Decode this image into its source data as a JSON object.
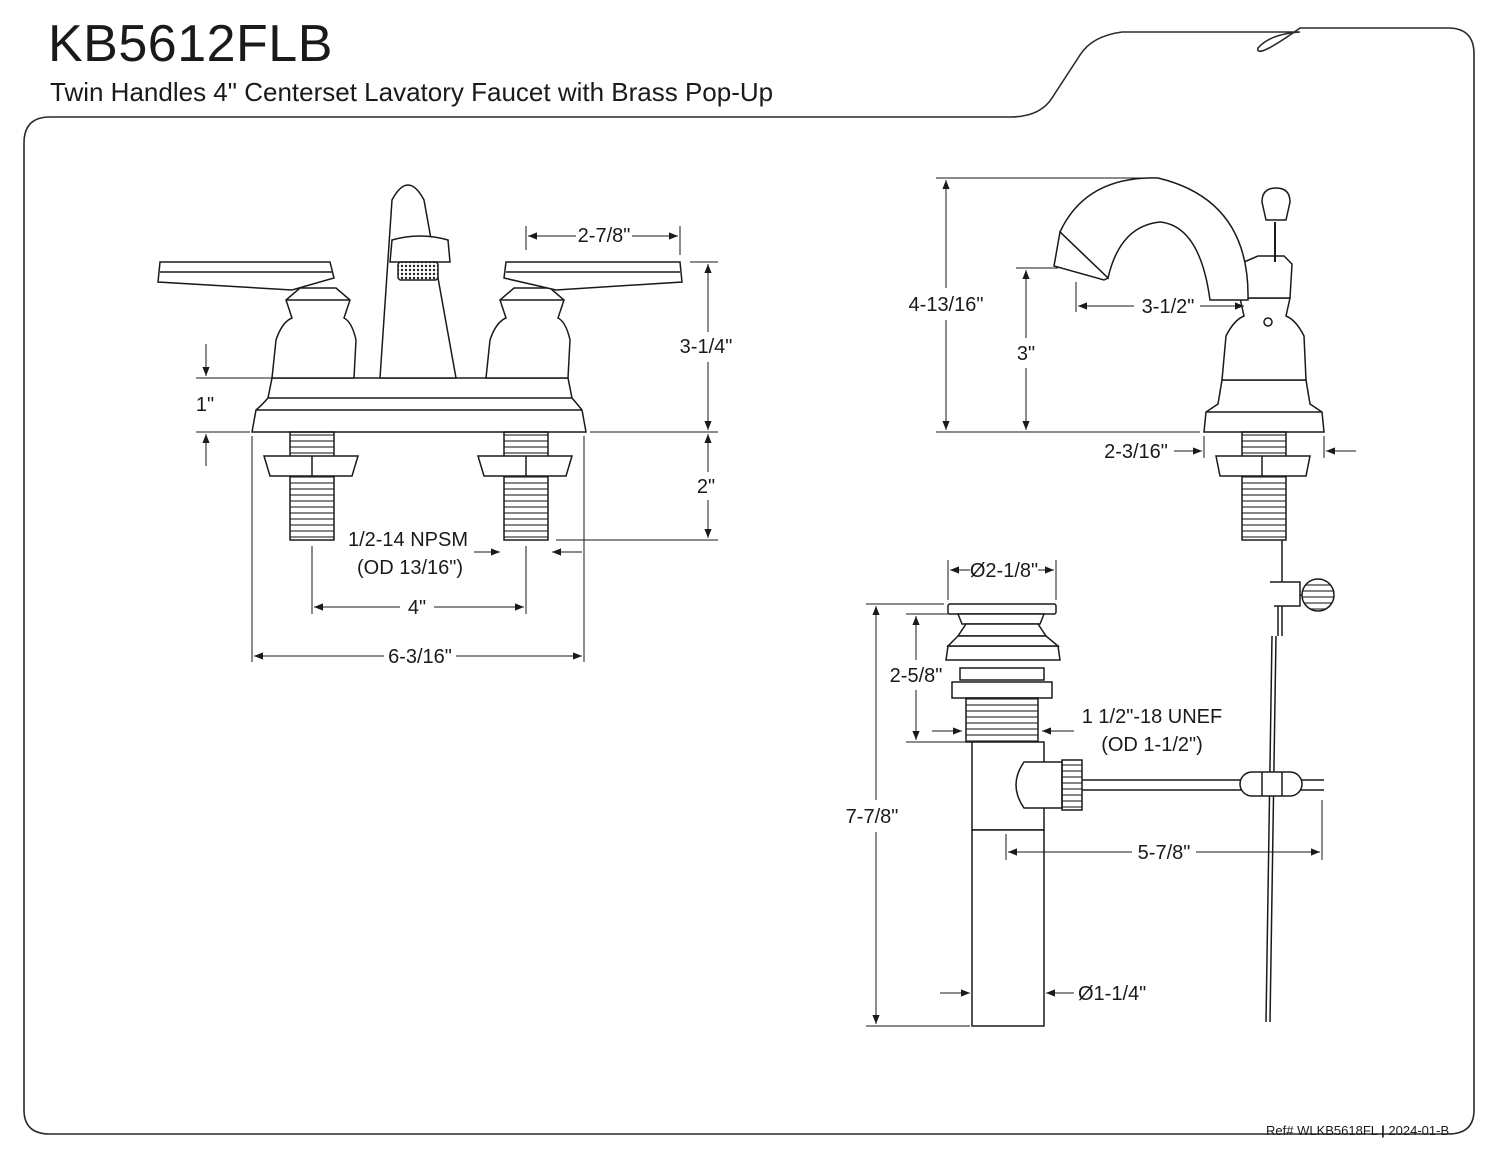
{
  "header": {
    "model": "KB5612FLB",
    "description": "Twin Handles 4\" Centerset Lavatory Faucet with Brass Pop-Up"
  },
  "front_view": {
    "dim_handle_width": "2-7/8\"",
    "dim_handle_height": "3-1/4\"",
    "dim_deck_height": "1\"",
    "dim_shank_length": "2\"",
    "thread_spec_line1": "1/2-14 NPSM",
    "thread_spec_line2": "(OD 13/16\")",
    "dim_centers": "4\"",
    "dim_overall_width": "6-3/16\""
  },
  "side_view": {
    "dim_overall_height": "4-13/16\"",
    "dim_spout_height": "3\"",
    "dim_spout_reach": "3-1/2\"",
    "dim_base_depth": "2-3/16\""
  },
  "drain_view": {
    "dim_flange_diameter": "Ø2-1/8\"",
    "dim_body_height": "2-5/8\"",
    "thread_spec_line1": "1 1/2\"-18 UNEF",
    "thread_spec_line2": "(OD 1-1/2\")",
    "dim_overall_length": "7-7/8\"",
    "dim_rod_reach": "5-7/8\"",
    "dim_tail_diameter": "Ø1-1/4\""
  },
  "footer": {
    "ref_label": "Ref# WLKB5618FL",
    "separator": "|",
    "revision": "2024-01-B"
  },
  "colors": {
    "ink": "#1a1a1a",
    "background": "#ffffff"
  }
}
